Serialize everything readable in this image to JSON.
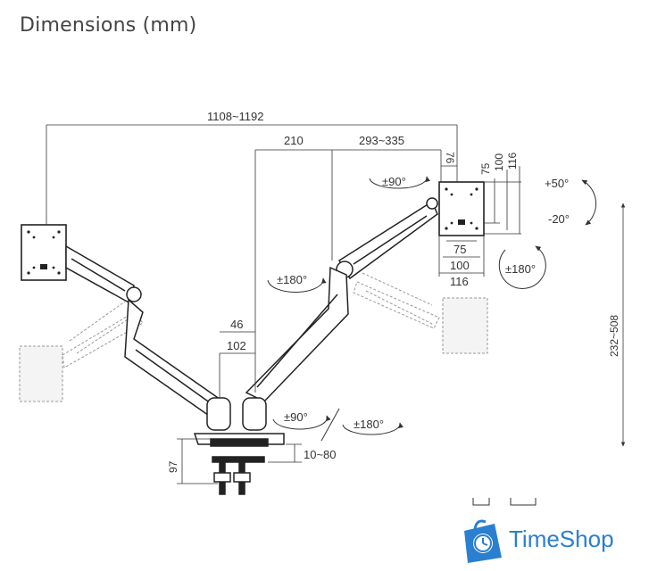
{
  "title": "Dimensions (mm)",
  "dimensions": {
    "total_width": "1108~1192",
    "arm_offset": "210",
    "arm_extension": "293~335",
    "plate_depth": "76",
    "vesa_h_75": "75",
    "vesa_h_100": "100",
    "plate_h_116": "116",
    "vesa_w_75": "75",
    "vesa_w_100": "100",
    "plate_w_116": "116",
    "pole_width": "46",
    "base_width": "102",
    "height_range": "232~508",
    "clamp_height": "97",
    "desk_thickness": "10~80"
  },
  "angles": {
    "rotate_90_top": "±90°",
    "tilt_up": "+50°",
    "tilt_down": "-20°",
    "rotate_180_right": "±180°",
    "swivel_180_arm": "±180°",
    "base_90": "±90°",
    "base_180": "±180°"
  },
  "brand": {
    "name": "TimeShop",
    "color": "#2a7fd0"
  }
}
